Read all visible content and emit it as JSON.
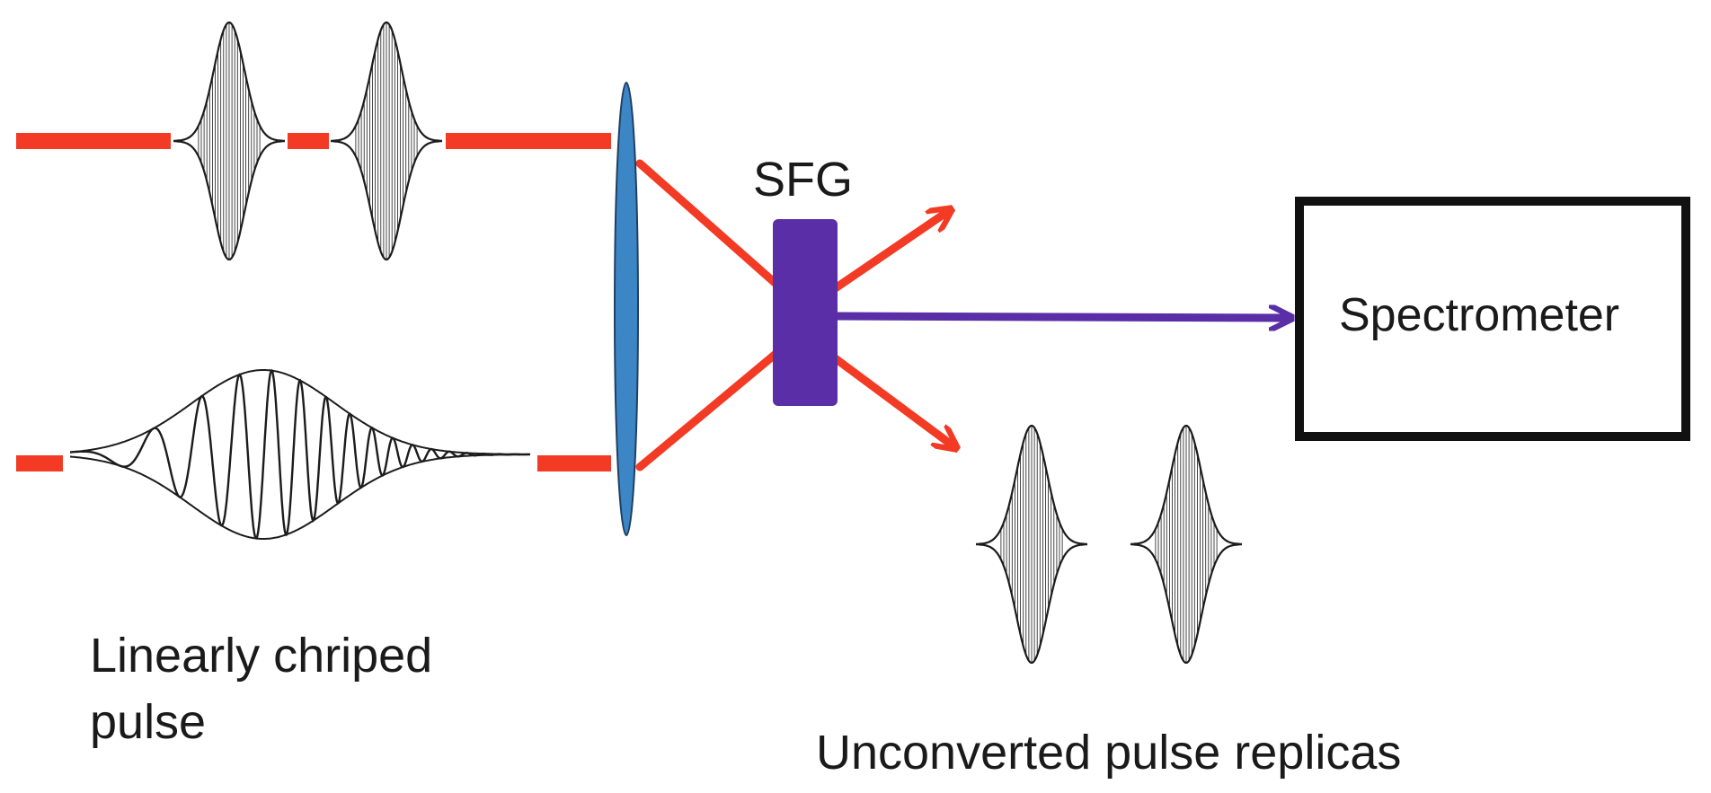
{
  "labels": {
    "sfg": "SFG",
    "spectrometer": "Spectrometer",
    "input_pulse_line1": "Linearly chriped",
    "input_pulse_line2": "pulse",
    "replicas": "Unconverted pulse replicas"
  },
  "colors": {
    "beam_red": "#f23a24",
    "sfg_beam_purple": "#5a2ea6",
    "crystal_purple": "#5a2ea6",
    "lens_blue": "#3d86c6",
    "pulse_stroke": "#1c1c1c",
    "box_stroke": "#111111"
  },
  "icons": {
    "lens": "converging-lens-icon",
    "crystal": "nonlinear-crystal-icon",
    "detector": "spectrometer-box-icon"
  }
}
